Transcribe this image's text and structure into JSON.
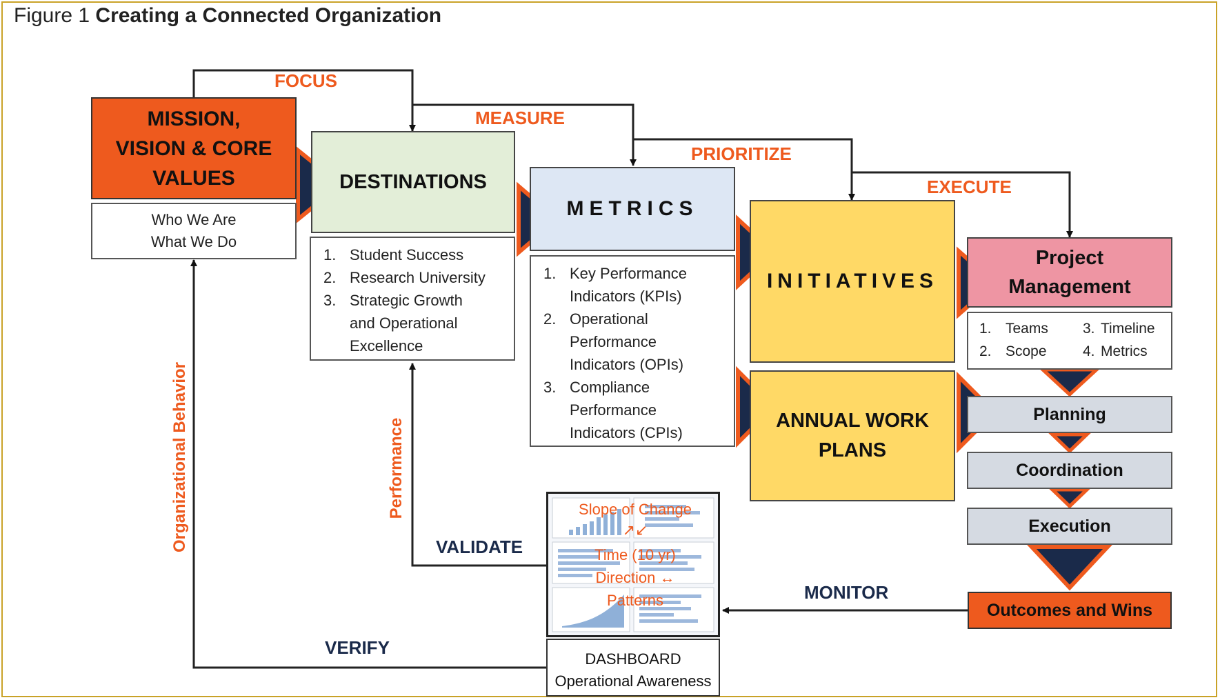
{
  "figure": {
    "number": "Figure 1",
    "title": "Creating a Connected Organization"
  },
  "colors": {
    "orange": "#ee5a1e",
    "navy": "#1a2a4a",
    "green": "#e3eed8",
    "blue": "#dde7f4",
    "yellow": "#ffd966",
    "pink": "#ee95a3",
    "gray": "#d5dae2"
  },
  "mission": {
    "title_lines": [
      "MISSION,",
      "VISION & CORE",
      "VALUES"
    ],
    "sub_lines": [
      "Who We Are",
      "What We Do"
    ]
  },
  "destinations": {
    "title": "DESTINATIONS",
    "items": [
      {
        "n": "1.",
        "text": "Student Success"
      },
      {
        "n": "2.",
        "text": "Research University"
      },
      {
        "n": "3.",
        "text": "Strategic Growth and Operational Excellence"
      }
    ]
  },
  "metrics": {
    "title": "METRICS",
    "items": [
      {
        "n": "1.",
        "text": "Key Performance Indicators (KPIs)"
      },
      {
        "n": "2.",
        "text": "Operational Performance Indicators (OPIs)"
      },
      {
        "n": "3.",
        "text": "Compliance Performance Indicators (CPIs)"
      }
    ]
  },
  "initiatives": {
    "title": "INITIATIVES"
  },
  "annual_work_plans": {
    "title_lines": [
      "ANNUAL WORK",
      "PLANS"
    ]
  },
  "project_management": {
    "title_lines": [
      "Project",
      "Management"
    ],
    "items": [
      {
        "n": "1.",
        "text": "Teams"
      },
      {
        "n": "3.",
        "text": "Timeline"
      },
      {
        "n": "2.",
        "text": "Scope"
      },
      {
        "n": "4.",
        "text": "Metrics"
      }
    ]
  },
  "steps": [
    "Planning",
    "Coordination",
    "Execution"
  ],
  "outcomes": "Outcomes and Wins",
  "flow_labels": {
    "focus": "FOCUS",
    "measure": "MEASURE",
    "prioritize": "PRIORITIZE",
    "execute": "EXECUTE",
    "validate": "VALIDATE",
    "monitor": "MONITOR",
    "verify": "VERIFY",
    "organizational_behavior": "Organizational Behavior",
    "performance": "Performance"
  },
  "dashboard": {
    "overlay": [
      "Slope of Change",
      "↗↙",
      "Time (10 yr)",
      "Direction ↔",
      "Patterns"
    ],
    "caption_lines": [
      "DASHBOARD",
      "Operational Awareness"
    ]
  }
}
